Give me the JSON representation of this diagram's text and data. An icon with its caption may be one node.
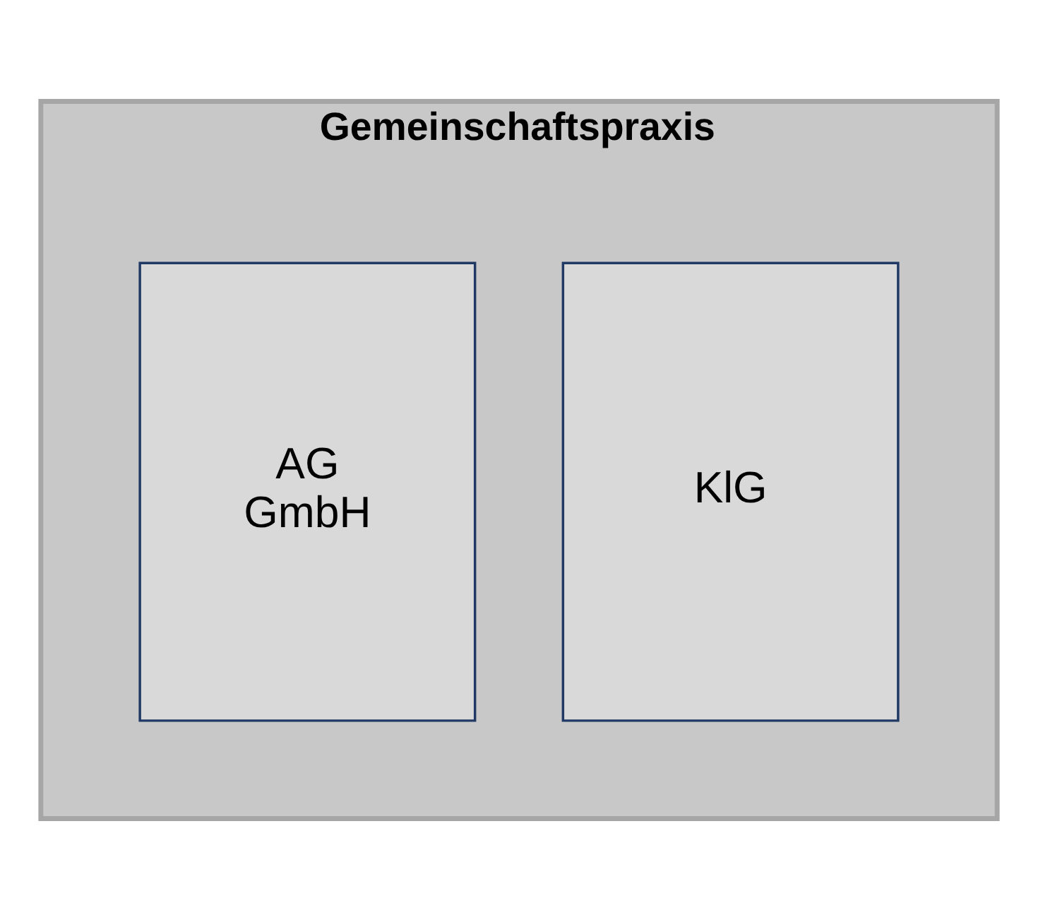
{
  "diagram": {
    "nodes": [
      {
        "text": [
          "Gemeinschaftspraxis"
        ]
      },
      {
        "text": [
          "KlG"
        ],
        "in": 0
      },
      {
        "text": [
          "AG",
          "GmbH"
        ],
        "in": 0
      }
    ],
    "edges": []
  }
}
